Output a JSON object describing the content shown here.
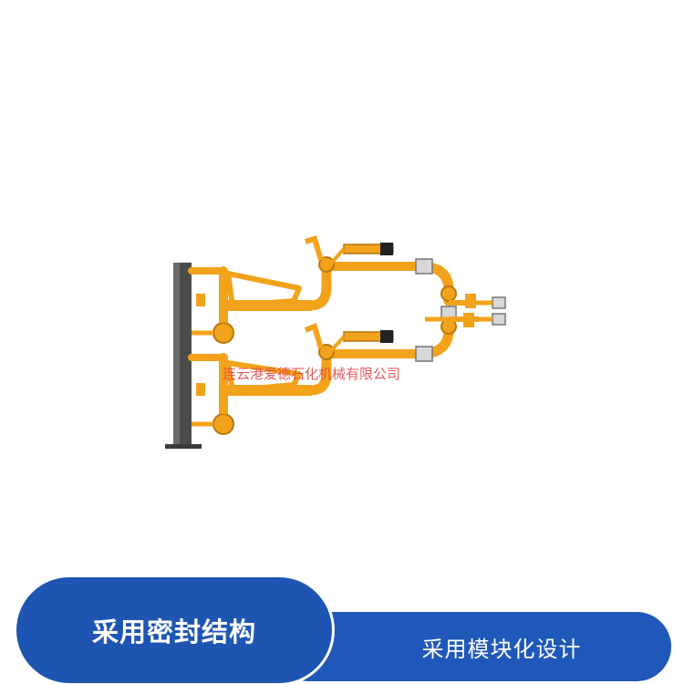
{
  "image": {
    "subject": "loading-arm-illustration",
    "pipe_color": "#f2a31b",
    "column_color": "#4a4a4a"
  },
  "watermark": {
    "text": "连云港爱德石化机械有限公司",
    "color": "#e04a4a"
  },
  "banners": {
    "left_label": "采用密封结构",
    "right_label": "采用模块化设计",
    "color": "#1e55b3"
  }
}
